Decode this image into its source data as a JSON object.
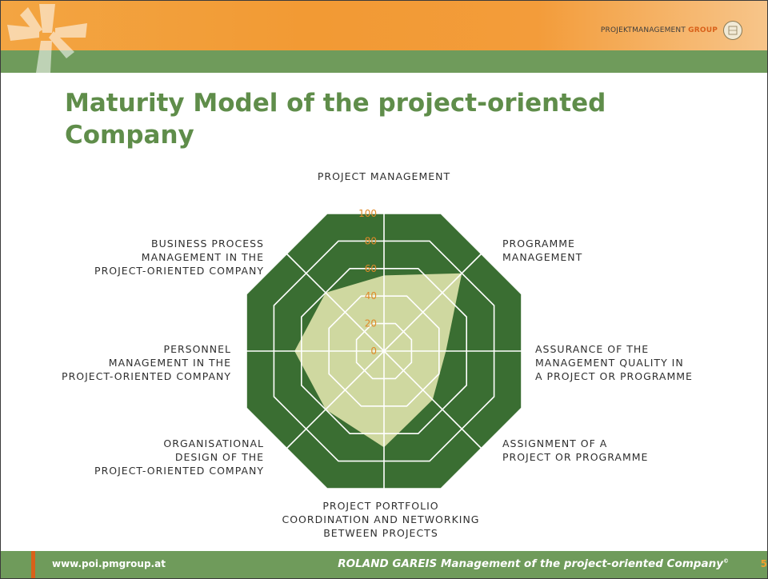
{
  "header": {
    "logo_text_light": "PROJEKTMANAGEMENT",
    "logo_text_bold": "GROUP"
  },
  "title": "Maturity Model of the project-oriented Company",
  "footer": {
    "url": "www.poi.pmgroup.at",
    "credit": "ROLAND GAREIS Management of the project-oriented Company",
    "credit_mark": "©",
    "page": "5"
  },
  "colors": {
    "header_orange": "#f29a34",
    "header_green": "#6f9b5b",
    "title_green": "#5f8d4a",
    "radar_dark_green": "#3a6e32",
    "radar_fill": "#cfd8a0",
    "tick_orange": "#e08a2a"
  },
  "icons": [
    "star-logo-icon",
    "university-seal-icon"
  ],
  "chart_data": {
    "type": "radar",
    "rmin": 0,
    "rmax": 100,
    "ticks": [
      0,
      20,
      40,
      60,
      80,
      100
    ],
    "grid": true,
    "categories": [
      "PROJECT MANAGEMENT",
      "PROGRAMME MANAGEMENT",
      "ASSURANCE OF THE MANAGEMENT QUALITY IN A PROJECT OR PROGRAMME",
      "ASSIGNMENT OF A PROJECT OR PROGRAMME",
      "PROJECT PORTFOLIO COORDINATION AND NETWORKING BETWEEN PROJECTS",
      "ORGANISATIONAL DESIGN OF THE PROJECT-ORIENTED COMPANY",
      "PERSONNEL MANAGEMENT IN THE PROJECT-ORIENTED COMPANY",
      "BUSINESS PROCESS MANAGEMENT IN THE PROJECT-ORIENTED COMPANY"
    ],
    "category_lines": [
      [
        "PROJECT MANAGEMENT"
      ],
      [
        "PROGRAMME",
        "MANAGEMENT"
      ],
      [
        "ASSURANCE OF THE",
        "MANAGEMENT QUALITY IN",
        "A PROJECT OR PROGRAMME"
      ],
      [
        "ASSIGNMENT OF A",
        "PROJECT OR PROGRAMME"
      ],
      [
        "PROJECT PORTFOLIO",
        "COORDINATION AND NETWORKING",
        "BETWEEN PROJECTS"
      ],
      [
        "ORGANISATIONAL",
        "DESIGN OF THE",
        "PROJECT-ORIENTED COMPANY"
      ],
      [
        "PERSONNEL",
        "MANAGEMENT IN THE",
        "PROJECT-ORIENTED COMPANY"
      ],
      [
        "BUSINESS PROCESS",
        "MANAGEMENT IN THE",
        "PROJECT-ORIENTED COMPANY"
      ]
    ],
    "series": [
      {
        "values": [
          55,
          80,
          45,
          50,
          70,
          60,
          65,
          60
        ]
      }
    ]
  }
}
